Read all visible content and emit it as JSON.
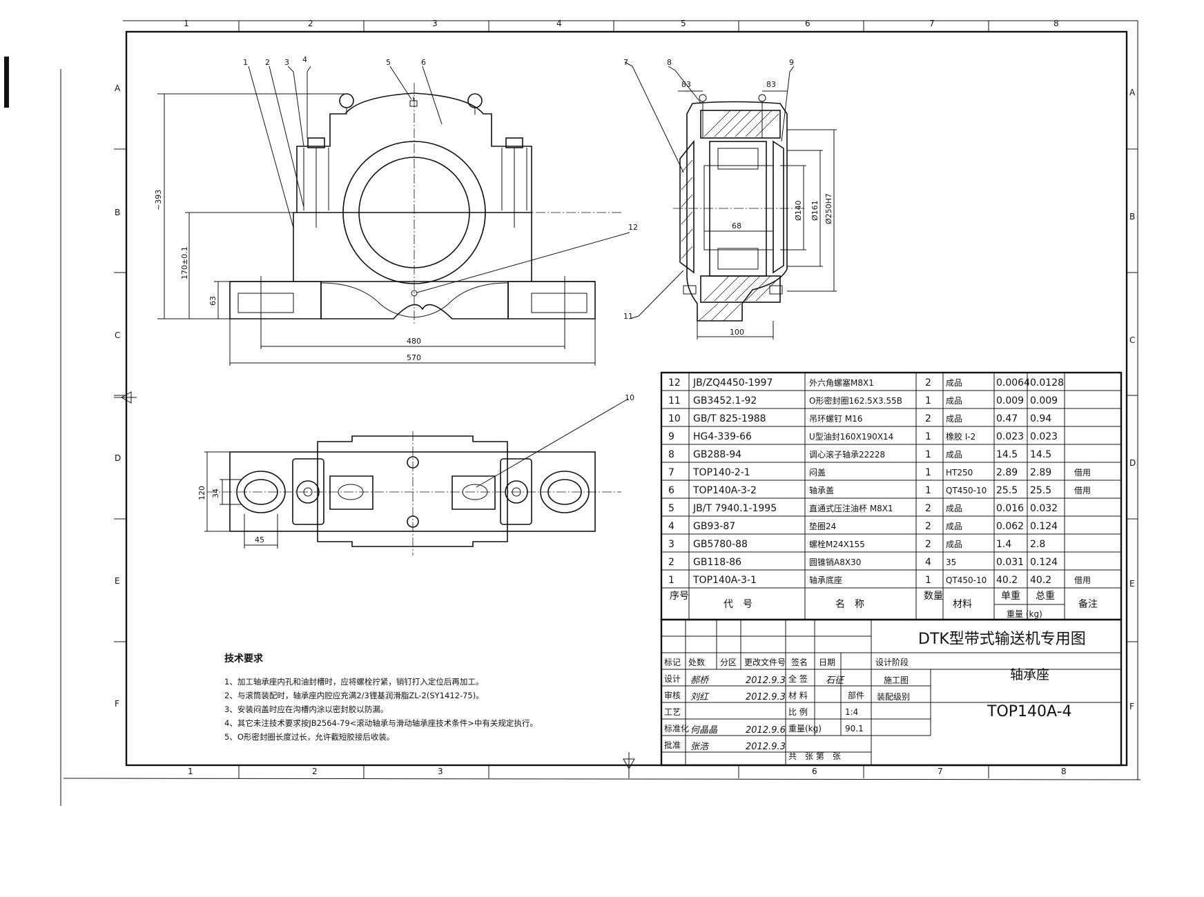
{
  "zones": {
    "columns": [
      "1",
      "2",
      "3",
      "4",
      "5",
      "6",
      "7",
      "8"
    ],
    "rows": [
      "A",
      "B",
      "C",
      "D",
      "E",
      "F"
    ]
  },
  "front_view": {
    "part_labels": [
      "1",
      "2",
      "3",
      "4",
      "5",
      "6",
      "12"
    ],
    "dims": {
      "height_total": "~393",
      "center_height": "170±0.1",
      "base_height": "63",
      "bolt_span": "480",
      "base_length": "570"
    }
  },
  "section_view": {
    "part_labels": [
      "7",
      "8",
      "9",
      "11"
    ],
    "dims": {
      "left_offset": "83",
      "right_offset": "83",
      "d140": "Ø140",
      "d161": "Ø161",
      "d250": "Ø250H7",
      "width_68": "68",
      "width_100": "100"
    }
  },
  "plan_view": {
    "part_labels": [
      "10"
    ],
    "dims": {
      "width": "120",
      "slot": "34",
      "edge": "45"
    }
  },
  "parts_table": {
    "rows": [
      {
        "no": "12",
        "code": "JB/ZQ4450-1997",
        "name": "外六角螺塞M8X1",
        "qty": "2",
        "material": "成品",
        "unit_w": "0.0064",
        "total_w": "0.0128",
        "note": ""
      },
      {
        "no": "11",
        "code": "GB3452.1-92",
        "name": "O形密封圈162.5X3.55B",
        "qty": "1",
        "material": "成品",
        "unit_w": "0.009",
        "total_w": "0.009",
        "note": ""
      },
      {
        "no": "10",
        "code": "GB/T 825-1988",
        "name": "吊环螺钉 M16",
        "qty": "2",
        "material": "成品",
        "unit_w": "0.47",
        "total_w": "0.94",
        "note": ""
      },
      {
        "no": "9",
        "code": "HG4-339-66",
        "name": "U型油封160X190X14",
        "qty": "1",
        "material": "橡胶 I-2",
        "unit_w": "0.023",
        "total_w": "0.023",
        "note": ""
      },
      {
        "no": "8",
        "code": "GB288-94",
        "name": "调心滚子轴承22228",
        "qty": "1",
        "material": "成品",
        "unit_w": "14.5",
        "total_w": "14.5",
        "note": ""
      },
      {
        "no": "7",
        "code": "TOP140-2-1",
        "name": "闷盖",
        "qty": "1",
        "material": "HT250",
        "unit_w": "2.89",
        "total_w": "2.89",
        "note": "借用"
      },
      {
        "no": "6",
        "code": "TOP140A-3-2",
        "name": "轴承盖",
        "qty": "1",
        "material": "QT450-10",
        "unit_w": "25.5",
        "total_w": "25.5",
        "note": "借用"
      },
      {
        "no": "5",
        "code": "JB/T 7940.1-1995",
        "name": "直通式压注油杯 M8X1",
        "qty": "2",
        "material": "成品",
        "unit_w": "0.016",
        "total_w": "0.032",
        "note": ""
      },
      {
        "no": "4",
        "code": "GB93-87",
        "name": "垫圈24",
        "qty": "2",
        "material": "成品",
        "unit_w": "0.062",
        "total_w": "0.124",
        "note": ""
      },
      {
        "no": "3",
        "code": "GB5780-88",
        "name": "螺栓M24X155",
        "qty": "2",
        "material": "成品",
        "unit_w": "1.4",
        "total_w": "2.8",
        "note": ""
      },
      {
        "no": "2",
        "code": "GB118-86",
        "name": "圆锥销A8X30",
        "qty": "4",
        "material": "35",
        "unit_w": "0.031",
        "total_w": "0.124",
        "note": ""
      },
      {
        "no": "1",
        "code": "TOP140A-3-1",
        "name": "轴承底座",
        "qty": "1",
        "material": "QT450-10",
        "unit_w": "40.2",
        "total_w": "40.2",
        "note": "借用"
      }
    ],
    "header": {
      "no": "序号",
      "code": "代　号",
      "name": "名　称",
      "qty": "数量",
      "material": "材料",
      "unit_w": "单重",
      "total_w": "总重",
      "weight": "重量 (kg)",
      "note": "备注"
    }
  },
  "title_block": {
    "drawing_title": "DTK型带式输送机专用图",
    "part_name": "轴承座",
    "drawing_no": "TOP140A-4",
    "labels": {
      "mark": "标记",
      "count": "处数",
      "zone": "分区",
      "change_doc": "更改文件号",
      "sign": "签名",
      "date": "日期",
      "design": "设计",
      "check": "审核",
      "process": "工艺",
      "standard": "标准化",
      "approve": "批准",
      "all_sign": "全 签",
      "material": "材 料",
      "scale": "比 例",
      "weight": "重量(kg)",
      "sheets": "共　张 第　张",
      "design_stage": "设计阶段",
      "construction": "施工图",
      "assembly": "装配级别",
      "part_level": "部件"
    },
    "values": {
      "scale": "1:4",
      "weight": "90.1"
    },
    "signatures": {
      "design": "郝桥",
      "design_date": "2012.9.3",
      "check": "刘红",
      "check_date": "2012.9.3",
      "standard": "何晶晶",
      "standard_date": "2012.9.6",
      "approve": "张浩",
      "approve_date": "2012.9.3",
      "all_sign": "石征"
    }
  },
  "tech_requirements": {
    "title": "技术要求",
    "items": [
      "1、加工轴承座内孔和油封槽时，应将螺栓拧紧，销钉打入定位后再加工。",
      "2、与滚筒装配时，轴承座内腔应充满2/3锂基润滑脂ZL-2(SY1412-75)。",
      "3、安装闷盖时应在沟槽内涂以密封胶以防漏。",
      "4、其它未注技术要求按JB2564-79<滚动轴承与滑动轴承座技术条件>中有关规定执行。",
      "5、O形密封圈长度过长，允许截短胶接后收装。"
    ]
  }
}
